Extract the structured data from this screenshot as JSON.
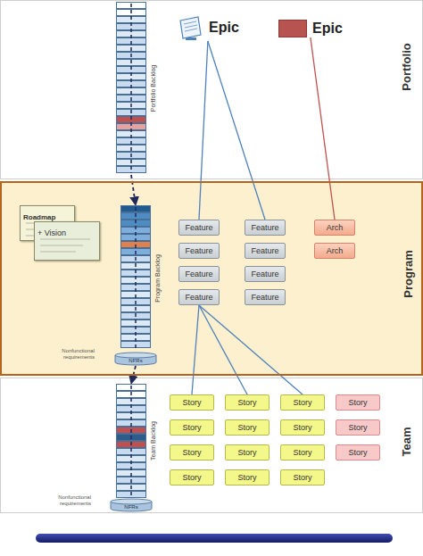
{
  "diagram": {
    "nodes": [
      {
        "text": [
          "Portfolio"
        ]
      },
      {
        "text": [
          "Portfolio Backlog"
        ],
        "in": 0
      },
      {
        "text": [
          "Epic"
        ],
        "in": 0
      },
      {
        "text": [
          "Epic"
        ],
        "in": 0
      },
      {
        "text": [
          "Program"
        ]
      },
      {
        "text": [
          "Roadmap"
        ],
        "in": 4
      },
      {
        "text": [
          "+ Vision"
        ],
        "in": 4
      },
      {
        "text": [
          "Program Backlog"
        ],
        "in": 4
      },
      {
        "text": [
          "NFRs"
        ],
        "in": 7
      },
      {
        "text": [
          "Feature"
        ],
        "in": 4
      },
      {
        "text": [
          "Feature"
        ],
        "in": 4
      },
      {
        "text": [
          "Arch"
        ],
        "in": 4
      },
      {
        "text": [
          "Feature"
        ],
        "in": 4
      },
      {
        "text": [
          "Feature"
        ],
        "in": 4
      },
      {
        "text": [
          "Arch"
        ],
        "in": 4
      },
      {
        "text": [
          "Feature"
        ],
        "in": 4
      },
      {
        "text": [
          "Feature"
        ],
        "in": 4
      },
      {
        "text": [
          "Feature"
        ],
        "in": 4
      },
      {
        "text": [
          "Feature"
        ],
        "in": 4
      },
      {
        "text": [
          "Team"
        ]
      },
      {
        "text": [
          "Team Backlog"
        ],
        "in": 19
      },
      {
        "text": [
          "NFRs"
        ],
        "in": 20
      },
      {
        "text": [
          "Story"
        ],
        "in": 19
      },
      {
        "text": [
          "Story"
        ],
        "in": 19
      },
      {
        "text": [
          "Story"
        ],
        "in": 19
      },
      {
        "text": [
          "Story"
        ],
        "in": 19
      },
      {
        "text": [
          "Story"
        ],
        "in": 19
      },
      {
        "text": [
          "Story"
        ],
        "in": 19
      },
      {
        "text": [
          "Story"
        ],
        "in": 19
      },
      {
        "text": [
          "Story"
        ],
        "in": 19
      },
      {
        "text": [
          "Story"
        ],
        "in": 19
      },
      {
        "text": [
          "Story"
        ],
        "in": 19
      },
      {
        "text": [
          "Story"
        ],
        "in": 19
      },
      {
        "text": [
          "Story"
        ],
        "in": 19
      },
      {
        "text": [
          "Story"
        ],
        "in": 19
      },
      {
        "text": [
          "Story"
        ],
        "in": 19
      },
      {
        "text": [
          "Story"
        ],
        "in": 19
      }
    ],
    "edges": [
      {
        "from": 2,
        "to": 9,
        "arrow": "none"
      },
      {
        "from": 2,
        "to": 10,
        "arrow": "none"
      },
      {
        "from": 3,
        "to": 11,
        "arrow": "none"
      },
      {
        "from": 17,
        "to": 22,
        "arrow": "none"
      },
      {
        "from": 17,
        "to": 23,
        "arrow": "none"
      },
      {
        "from": 17,
        "to": 24,
        "arrow": "none"
      },
      {
        "from": 1,
        "to": 7,
        "arrow": "to"
      },
      {
        "from": 7,
        "to": 20,
        "arrow": "to"
      }
    ],
    "labels": [
      "Nonfunctional requirements",
      "Nonfunctional requirements"
    ]
  }
}
